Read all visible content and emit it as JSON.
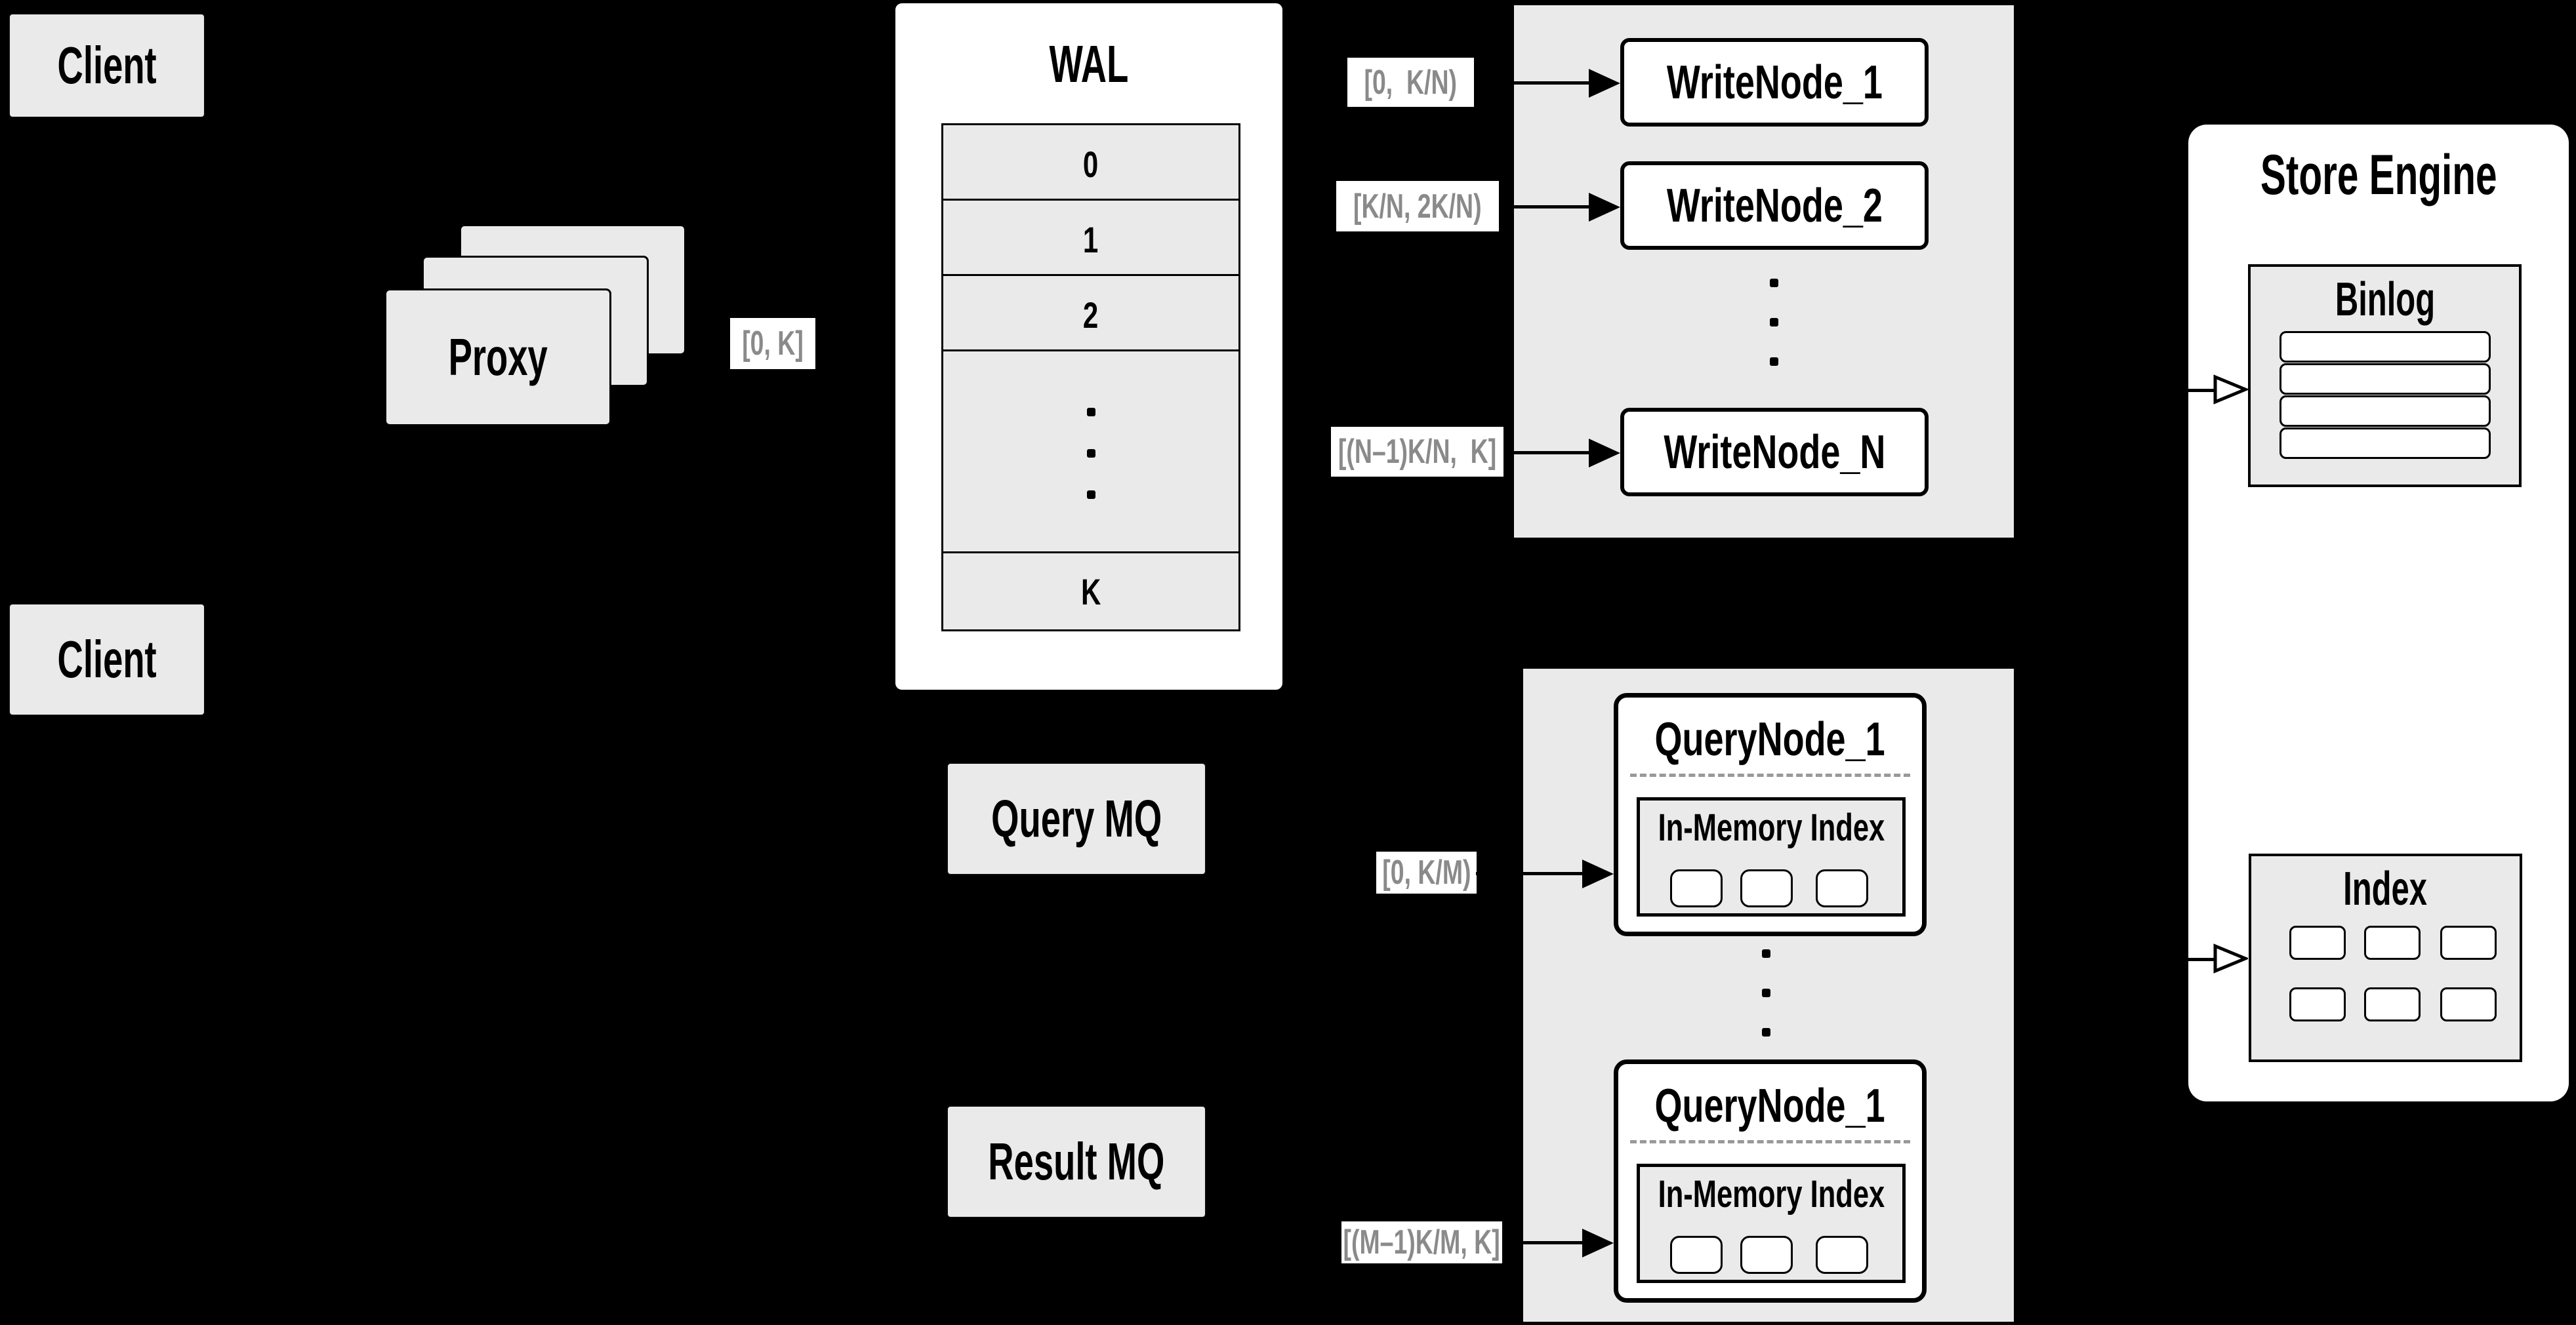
{
  "diagram": {
    "clients": {
      "top": "Client",
      "bottom": "Client"
    },
    "proxy": {
      "label": "Proxy",
      "range": "[0, K]"
    },
    "wal": {
      "title": "WAL",
      "segments": [
        "0",
        "1",
        "2"
      ],
      "last_segment": "K"
    },
    "write_group": {
      "ranges": [
        "[0,  K/N)",
        "[K/N, 2K/N)",
        "[(N–1)K/N,  K]"
      ],
      "nodes": [
        "WriteNode_1",
        "WriteNode_2",
        "WriteNode_N"
      ]
    },
    "store_engine": {
      "title": "Store Engine",
      "binlog_title": "Binlog",
      "index_title": "Index"
    },
    "mq": {
      "query": "Query MQ",
      "result": "Result MQ"
    },
    "query_group": {
      "ranges": [
        "[0, K/M)",
        "[(M–1)K/M, K]"
      ],
      "nodes": [
        {
          "title": "QueryNode_1",
          "inner_title": "In-Memory Index"
        },
        {
          "title": "QueryNode_1",
          "inner_title": "In-Memory Index"
        }
      ]
    }
  },
  "colors": {
    "background": "#000000",
    "box_fill": "#eaeaea",
    "panel_white": "#ffffff",
    "line": "#000000",
    "range_text": "#8a8a8a",
    "divider": "#999999"
  }
}
